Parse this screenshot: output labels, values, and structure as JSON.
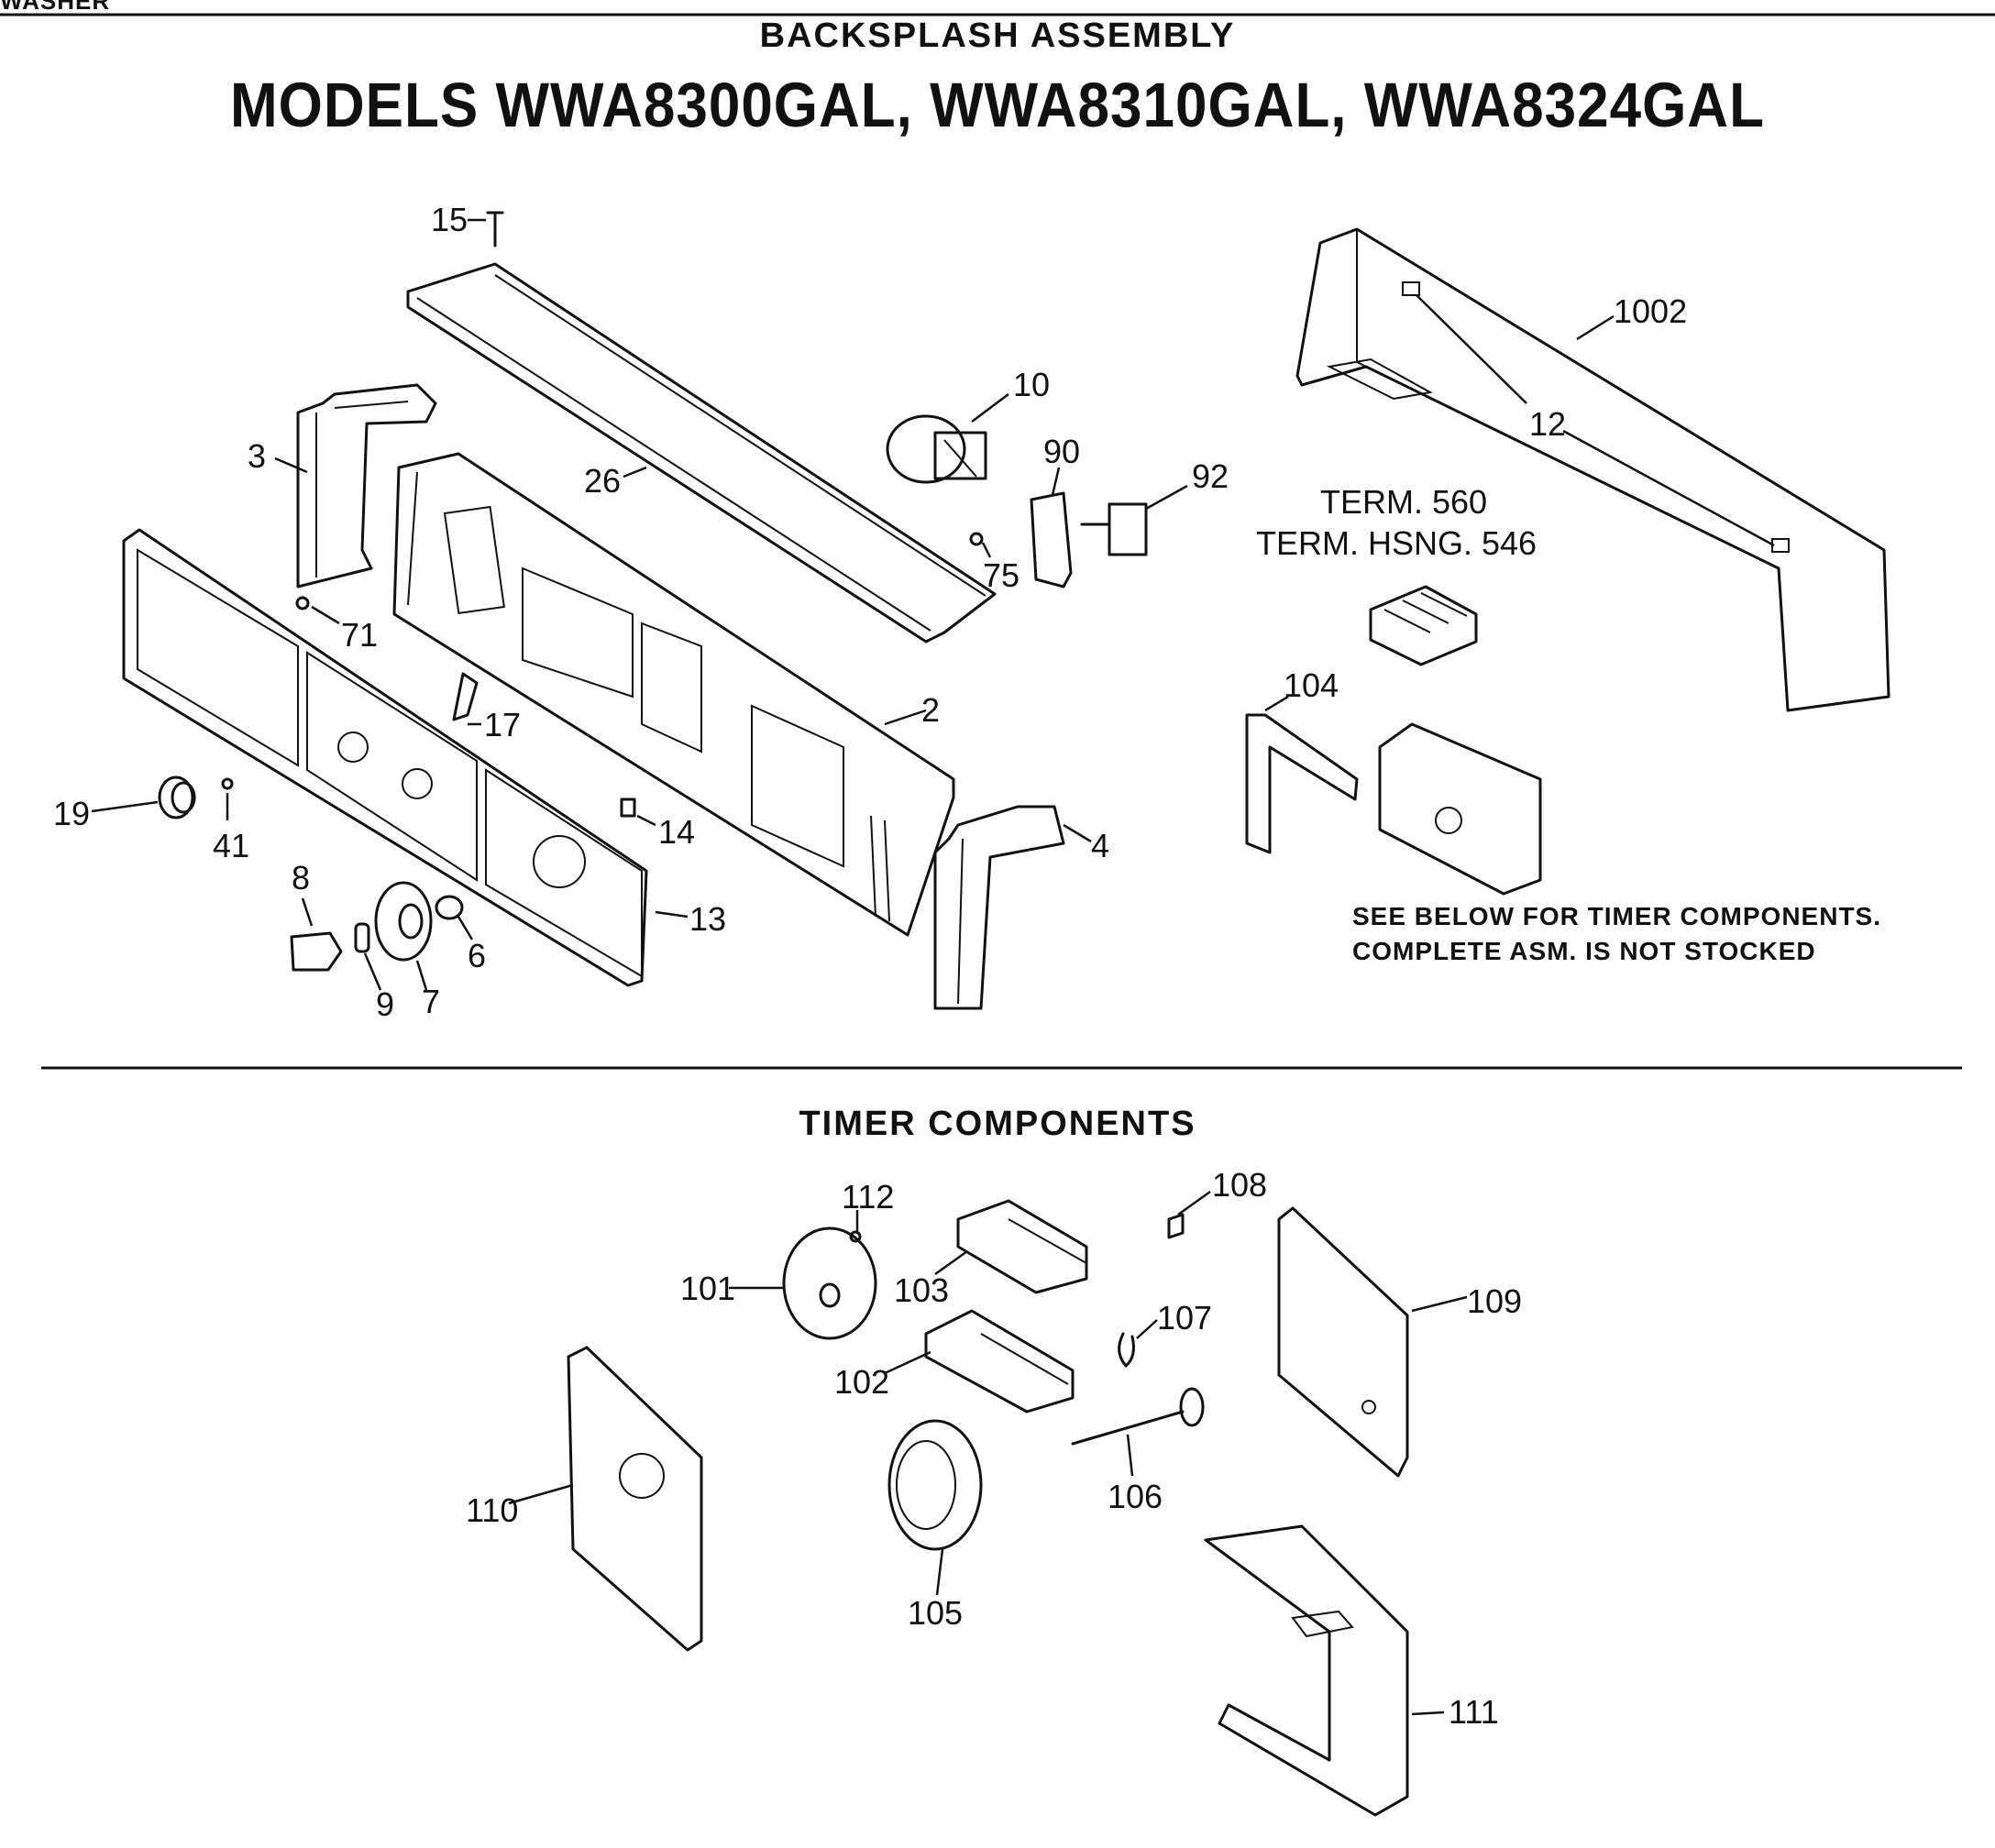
{
  "header": {
    "section_label": "WASHER",
    "title": "BACKSPLASH ASSEMBLY",
    "subtitle": "MODELS WWA8300GAL, WWA8310GAL, WWA8324GAL"
  },
  "callouts": {
    "p15": "15",
    "p26": "26",
    "p3": "3",
    "p10": "10",
    "p90": "90",
    "p92": "92",
    "p75": "75",
    "p71": "71",
    "p17": "17",
    "p2": "2",
    "p19": "19",
    "p41": "41",
    "p14": "14",
    "p8": "8",
    "p6": "6",
    "p13": "13",
    "p9": "9",
    "p7": "7",
    "p4": "4",
    "p1002": "1002",
    "p12": "12",
    "p104": "104",
    "term1": "TERM. 560",
    "term2": "TERM. HSNG. 546",
    "p112": "112",
    "p108": "108",
    "p101": "101",
    "p103": "103",
    "p109": "109",
    "p107": "107",
    "p102": "102",
    "p110": "110",
    "p106": "106",
    "p105": "105",
    "p111": "111"
  },
  "notes": {
    "line1": "SEE BELOW FOR TIMER COMPONENTS.",
    "line2": "COMPLETE ASM. IS NOT STOCKED"
  },
  "timer": {
    "title": "TIMER COMPONENTS"
  }
}
